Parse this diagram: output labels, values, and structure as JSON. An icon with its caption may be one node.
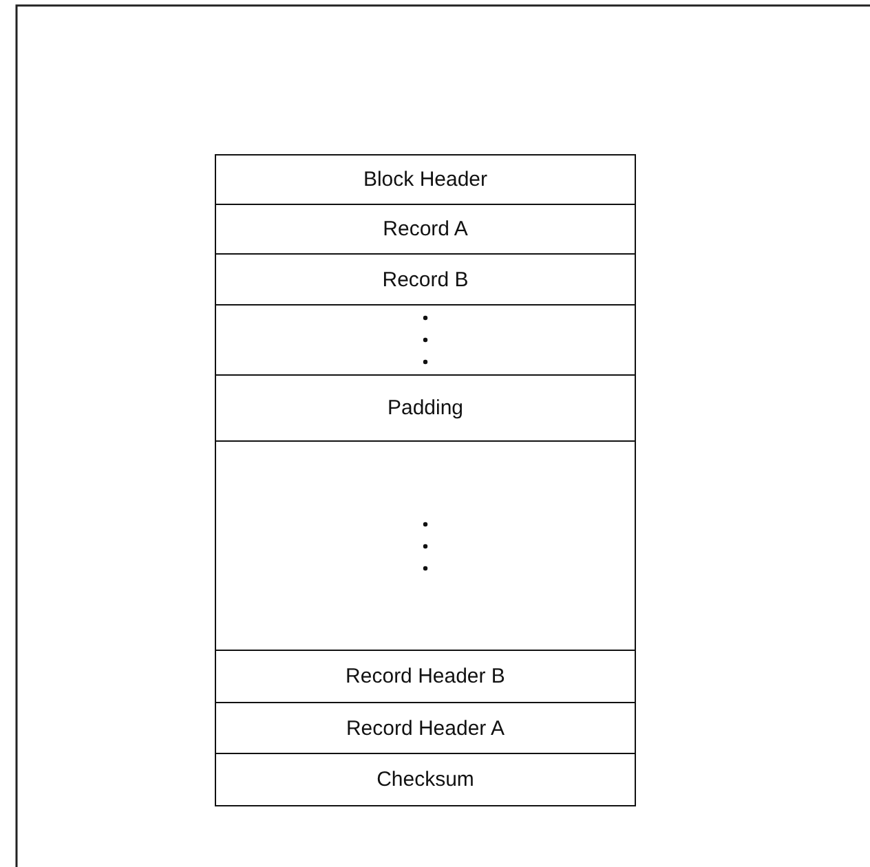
{
  "diagram": {
    "nodes": [
      {
        "text": [
          "Block Header"
        ]
      },
      {
        "text": [
          "Record A"
        ]
      },
      {
        "text": [
          "Record B"
        ]
      },
      {
        "text": [],
        "shape": "box"
      },
      {
        "text": [
          "Padding"
        ]
      },
      {
        "text": [],
        "shape": "box"
      },
      {
        "text": [
          "Record Header B"
        ]
      },
      {
        "text": [
          "Record Header A"
        ]
      },
      {
        "text": [
          "Checksum"
        ]
      }
    ],
    "edges": []
  }
}
